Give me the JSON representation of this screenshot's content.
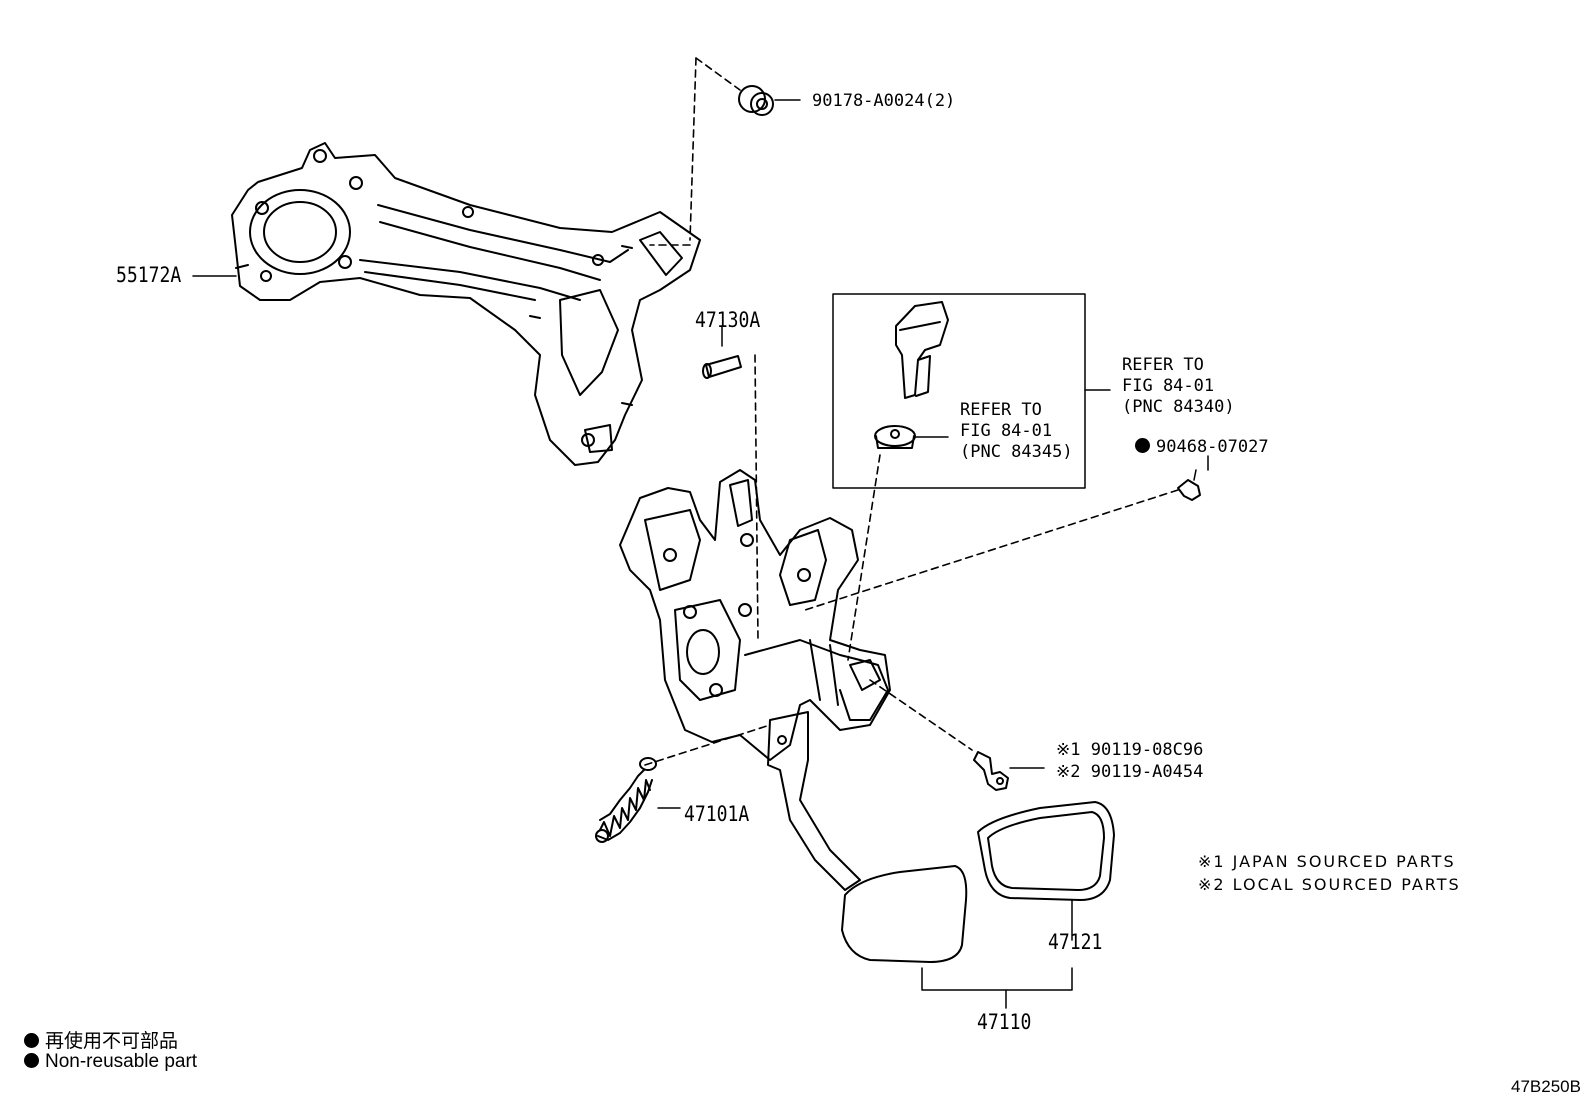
{
  "parts": {
    "bracket": "55172A",
    "nut": "90178-A0024(2)",
    "pin": "47130A",
    "spring": "47101A",
    "pad": "47121",
    "pedal_assy": "47110",
    "clip": "90468-07027",
    "bolt_1": "90119-08C96",
    "bolt_2": "90119-A0454",
    "mark_1": "※1",
    "mark_2": "※2"
  },
  "refs": {
    "switch": [
      "REFER TO",
      "FIG 84-01",
      "(PNC 84340)"
    ],
    "cushion": [
      "REFER TO",
      "FIG 84-01",
      "(PNC 84345)"
    ]
  },
  "notes": {
    "japan": "※1 JAPAN SOURCED PARTS",
    "local": "※2 LOCAL SOURCED PARTS"
  },
  "legend": {
    "jp": "再使用不可部品",
    "en": "Non-reusable part"
  },
  "figure_code": "47B250B"
}
